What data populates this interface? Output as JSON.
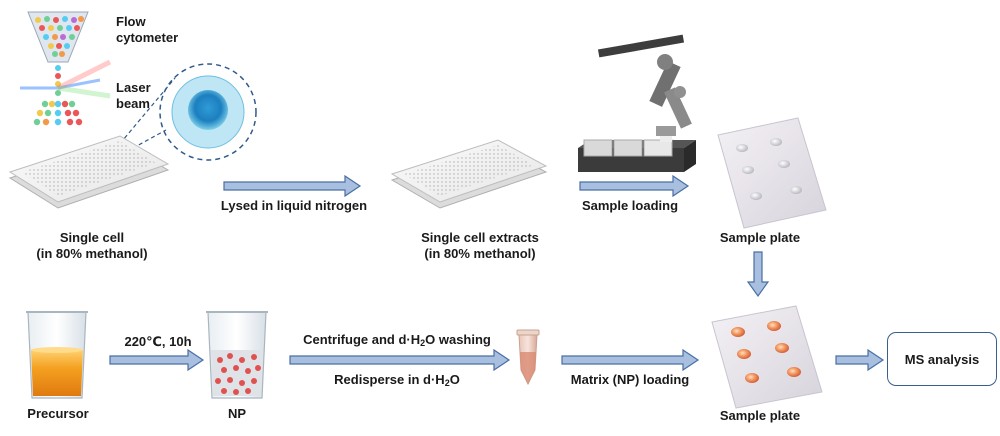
{
  "labels": {
    "flow_cytometer_1": "Flow",
    "flow_cytometer_2": "cytometer",
    "laser_beam_1": "Laser",
    "laser_beam_2": "beam",
    "single_cell_1": "Single cell",
    "single_cell_2": "(in 80% methanol)",
    "lysed": "Lysed in liquid nitrogen",
    "extracts_1": "Single cell extracts",
    "extracts_2": "(in 80% methanol)",
    "sample_loading": "Sample loading",
    "sample_plate_top": "Sample plate",
    "temp_time": "220℃, 10h",
    "precursor": "Precursor",
    "np": "NP",
    "centrifuge_pre": "Centrifuge and d·H",
    "centrifuge_post": "O washing",
    "redisperse_pre": "Redisperse in d·H",
    "redisperse_post": "O",
    "subscript_2": "2",
    "matrix_loading": "Matrix (NP) loading",
    "sample_plate_bottom": "Sample plate",
    "ms_analysis": "MS analysis"
  },
  "colors": {
    "arrow_fill": "#a9bfe0",
    "arrow_stroke": "#4a6fa5",
    "cell": "#3aa7d8",
    "precursor_liquid": "#f09a1a",
    "np_particles": "#e0524f"
  }
}
